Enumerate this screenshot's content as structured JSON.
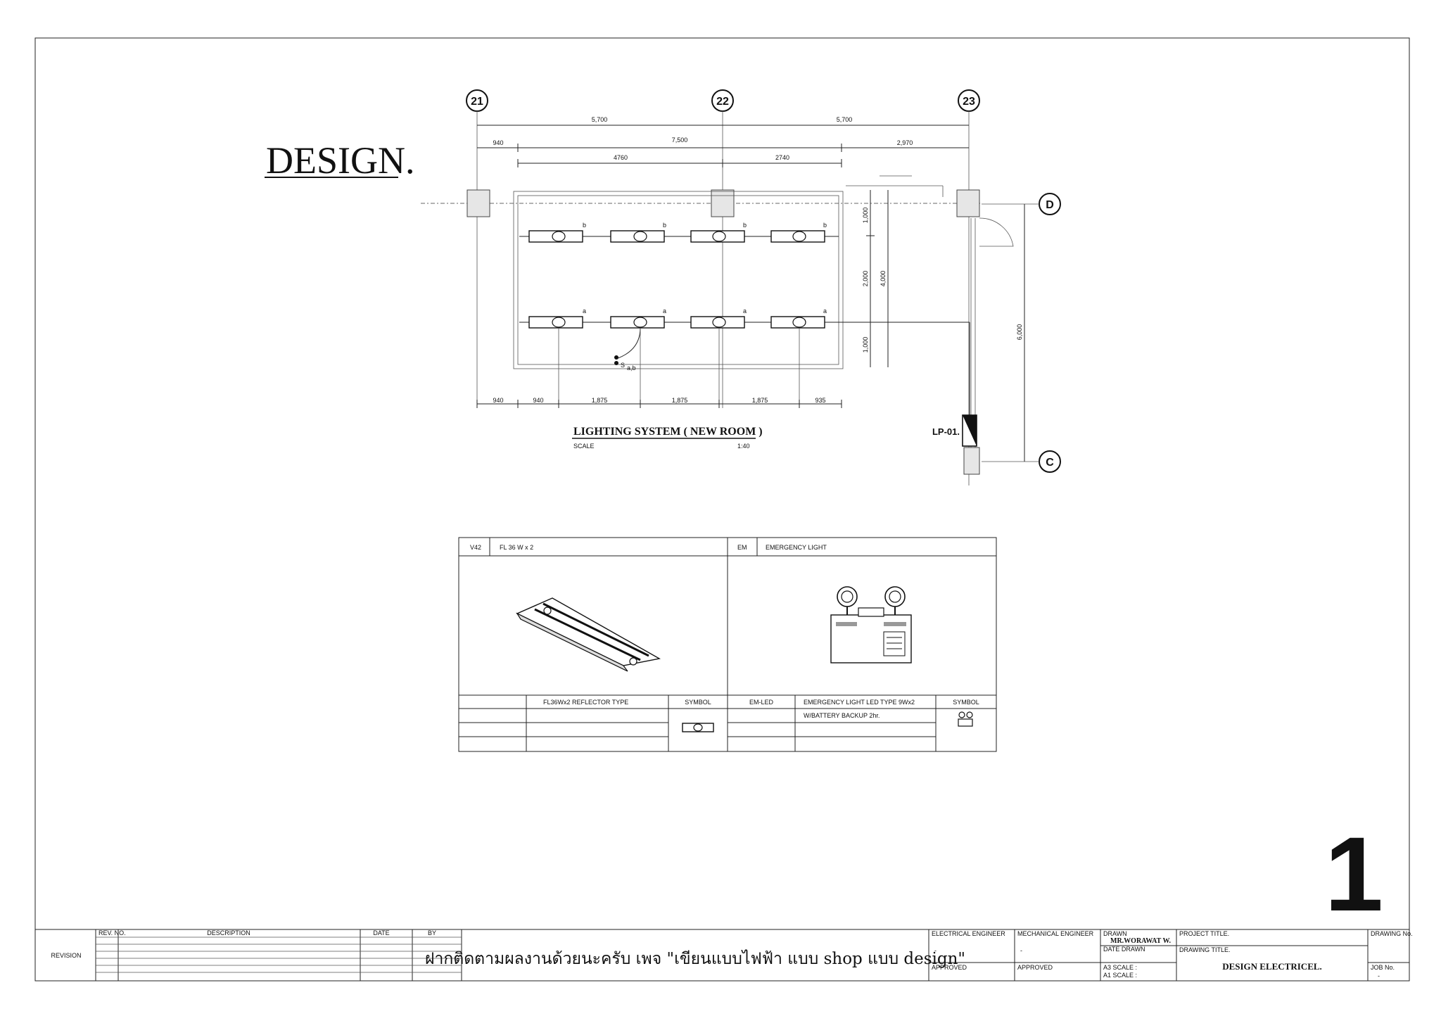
{
  "header": {
    "design_label": "DESIGN."
  },
  "plan": {
    "grid_top": [
      "21",
      "22",
      "23"
    ],
    "grid_side": [
      "D",
      "C"
    ],
    "dims_top_row1": [
      "5,700",
      "5,700"
    ],
    "dims_top_row2": [
      "940",
      "7,500",
      "2,970"
    ],
    "dims_top_row3": [
      "4760",
      "2740"
    ],
    "dims_bottom": [
      "940",
      "940",
      "1,875",
      "1,875",
      "1,875",
      "935"
    ],
    "dims_vertical_left": [
      "1,000",
      "2,000",
      "1,000"
    ],
    "dim_vertical_4000": "4,000",
    "dim_vertical_6000": "6,000",
    "circuit_row_b": [
      "b",
      "b",
      "b",
      "b"
    ],
    "circuit_row_a": [
      "a",
      "a",
      "a",
      "a"
    ],
    "switch_label": "S",
    "switch_sub": "a,b",
    "panel_label": "LP-01.",
    "title": "LIGHTING SYSTEM ( NEW ROOM )",
    "scale_label": "SCALE",
    "scale_value": "1:40"
  },
  "schedule": {
    "left": {
      "code": "V42",
      "name": "FL 36 W x 2",
      "desc": "FL36Wx2 REFLECTOR TYPE",
      "symbol_header": "SYMBOL"
    },
    "right": {
      "code": "EM",
      "name": "EMERGENCY LIGHT",
      "model": "EM-LED",
      "desc1": "EMERGENCY LIGHT LED TYPE 9Wx2",
      "desc2": "W/BATTERY BACKUP 2hr.",
      "symbol_header": "SYMBOL"
    }
  },
  "sheet_number": "1",
  "title_block": {
    "rev_no": "REV. NO.",
    "description": "DESCRIPTION",
    "date": "DATE",
    "by": "BY",
    "revision": "REVISION",
    "center_text": "ฝากติดตามผลงานด้วยนะครับ เพจ \"เขียนแบบไฟฟ้า แบบ shop แบบ design\"",
    "electrical_engineer": "ELECTRICAL ENGINEER",
    "electrical_value": "-",
    "mechanical_engineer": "MECHANICAL ENGINEER",
    "mechanical_value": "-",
    "approved1": "APPROVED",
    "approved2": "APPROVED",
    "drawn": "DRAWN",
    "drawn_by": "MR.WORAWAT W.",
    "date_drawn": "DATE DRAWN",
    "a3_scale": "A3 SCALE :",
    "a1_scale": "A1 SCALE :",
    "project_title": "PROJECT TITLE.",
    "drawing_title": "DRAWING TITLE.",
    "drawing_title_value": "DESIGN ELECTRICEL.",
    "drawing_no": "DRAWING No.",
    "job_no": "JOB No.",
    "job_value": "-"
  }
}
